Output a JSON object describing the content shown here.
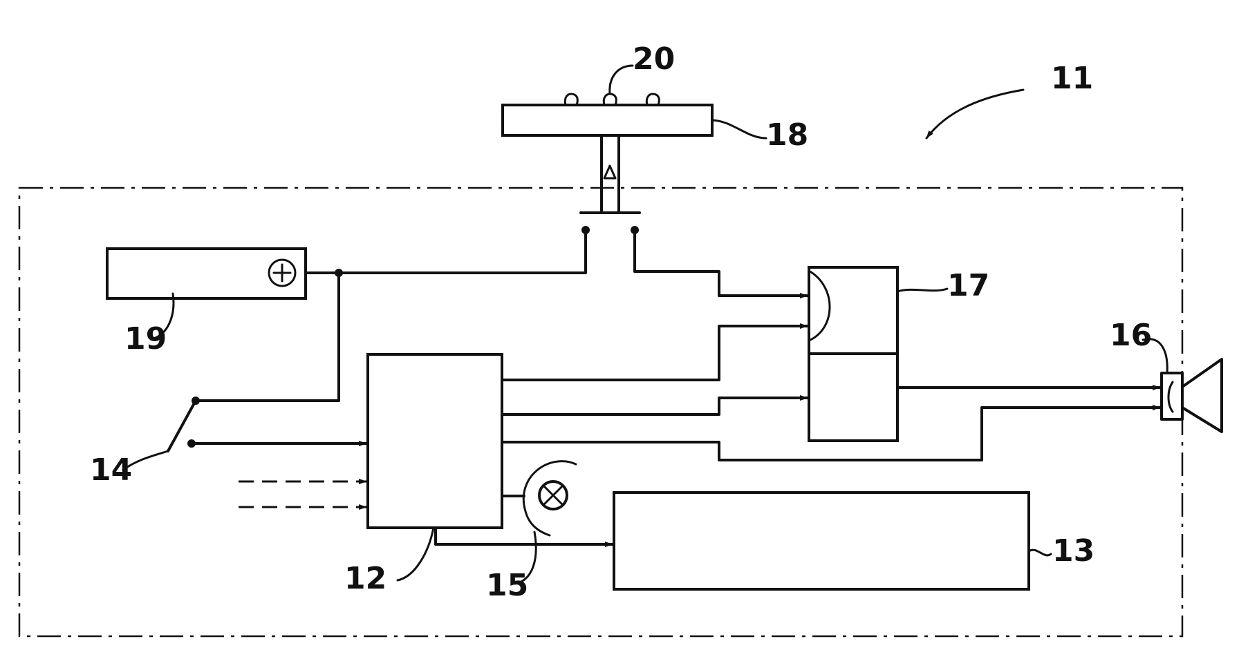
{
  "labels": {
    "l11": "11",
    "l12": "12",
    "l13": "13",
    "l14": "14",
    "l15": "15",
    "l16": "16",
    "l17": "17",
    "l18": "18",
    "l19": "19",
    "l20": "20"
  },
  "colors": {
    "ink": "#111111",
    "background": "#ffffff"
  }
}
